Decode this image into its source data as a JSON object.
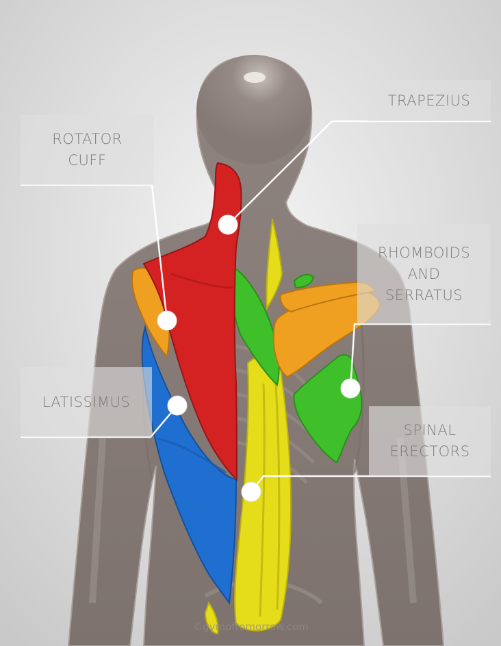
{
  "labels": {
    "trapezius": "TRAPEZIUS",
    "rotator_cuff": [
      "ROTATOR",
      "CUFF"
    ],
    "rhomboids_serratus": [
      "RHOMBOIDS",
      "AND",
      "SERRATUS"
    ],
    "latissimus": "LATISSIMUS",
    "spinal_erectors": [
      "SPINAL",
      "ERECTORS"
    ]
  },
  "watermark": "©gymoftomorrow.com",
  "colors": {
    "trapezius": "#d42121",
    "rotator_cuff": "#f0a020",
    "latissimus": "#1f6fd0",
    "spinal_erectors": "#e5dc1a",
    "rhomboids_serratus": "#3fbf2a",
    "body": "#8c7f7a",
    "label_background": "#dedede",
    "label_text": "#7a7a7a"
  },
  "icons": [
    "marker-dot-icon"
  ]
}
